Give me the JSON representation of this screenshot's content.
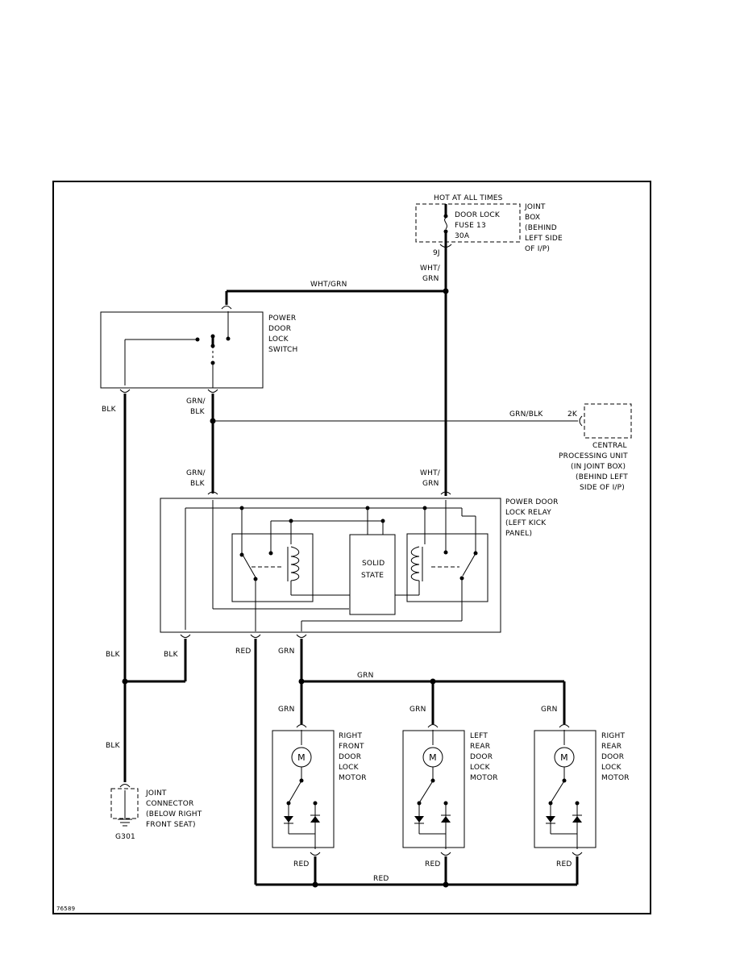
{
  "fuse_block": {
    "supply": "HOT AT ALL TIMES",
    "fuse_lines": [
      "DOOR LOCK",
      "FUSE 13",
      "30A"
    ],
    "location_lines": [
      "JOINT",
      "BOX",
      "(BEHIND",
      "LEFT SIDE",
      "OF I/P)"
    ],
    "pin": "9J"
  },
  "switch": {
    "label_lines": [
      "POWER",
      "DOOR",
      "LOCK",
      "SWITCH"
    ]
  },
  "cpu": {
    "pin": "2K",
    "label_lines": [
      "CENTRAL",
      "PROCESSING UNIT",
      "(IN JOINT BOX)",
      "(BEHIND LEFT",
      "SIDE OF I/P)"
    ]
  },
  "relay": {
    "label_lines": [
      "POWER DOOR",
      "LOCK RELAY",
      "(LEFT KICK",
      "PANEL)"
    ],
    "solid_state_lines": [
      "SOLID",
      "STATE"
    ]
  },
  "ground": {
    "label_lines": [
      "JOINT",
      "CONNECTOR",
      "(BELOW RIGHT",
      "FRONT SEAT)"
    ],
    "id": "G301"
  },
  "motors": [
    {
      "symbol": "M",
      "label_lines": [
        "RIGHT",
        "FRONT",
        "DOOR",
        "LOCK",
        "MOTOR"
      ]
    },
    {
      "symbol": "M",
      "label_lines": [
        "LEFT",
        "REAR",
        "DOOR",
        "LOCK",
        "MOTOR"
      ]
    },
    {
      "symbol": "M",
      "label_lines": [
        "RIGHT",
        "REAR",
        "DOOR",
        "LOCK",
        "MOTOR"
      ]
    }
  ],
  "wires": {
    "wht_grn_top": [
      "WHT/",
      "GRN"
    ],
    "wht_grn_h": "WHT/GRN",
    "grn_blk_switch": [
      "GRN/",
      "BLK"
    ],
    "grn_blk_h": "GRN/BLK",
    "grn_blk_relay": [
      "GRN/",
      "BLK"
    ],
    "wht_grn_relay": [
      "WHT/",
      "GRN"
    ],
    "blk_switch": "BLK",
    "blk_left": "BLK",
    "blk_relay": "BLK",
    "blk_ground": "BLK",
    "red_relay": "RED",
    "grn_relay": "GRN",
    "grn_bus": "GRN",
    "grn_m1": "GRN",
    "grn_m2": "GRN",
    "grn_m3": "GRN",
    "red_m1": "RED",
    "red_m2": "RED",
    "red_m3": "RED",
    "red_bus": "RED"
  },
  "figure_id": "76589",
  "colors": {
    "line": "#000000",
    "background": "#ffffff"
  }
}
